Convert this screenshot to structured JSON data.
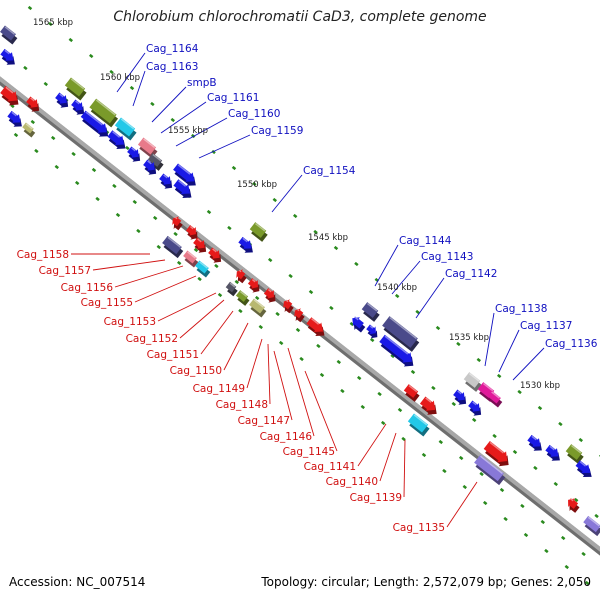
{
  "title": "Chlorobium chlorochromatii CaD3, complete genome",
  "footer": {
    "accession": "Accession: NC_007514",
    "summary": "Topology: circular; Length: 2,572,079 bp; Genes: 2,050"
  },
  "colors": {
    "backbone": "#8c8c8c",
    "tick": "#2a8a1e",
    "label_upper": "#1010c0",
    "label_lower": "#d01010",
    "gene_blue": "#1a1ae6",
    "gene_red": "#e61a1a",
    "gene_olive": "#7a9a2a",
    "gene_cyan": "#22c8e8",
    "gene_pink": "#e87a8a",
    "gene_gray": "#555566",
    "gene_navy": "#4a4a8a",
    "gene_magenta": "#e01a9a",
    "gene_lightgray": "#c8c8c8",
    "gene_khaki": "#b8b870",
    "gene_lavender": "#8878d8"
  },
  "scale_labels": [
    "1565 kbp",
    "1560 kbp",
    "1555 kbp",
    "1550 kbp",
    "1545 kbp",
    "1540 kbp",
    "1535 kbp",
    "1530 kbp"
  ],
  "upper_labels": [
    "Cag_1164",
    "Cag_1163",
    "smpB",
    "Cag_1161",
    "Cag_1160",
    "Cag_1159",
    "Cag_1154",
    "Cag_1144",
    "Cag_1143",
    "Cag_1142",
    "Cag_1138",
    "Cag_1137",
    "Cag_1136"
  ],
  "lower_labels": [
    "Cag_1158",
    "Cag_1157",
    "Cag_1156",
    "Cag_1155",
    "Cag_1153",
    "Cag_1152",
    "Cag_1151",
    "Cag_1150",
    "Cag_1149",
    "Cag_1148",
    "Cag_1147",
    "Cag_1146",
    "Cag_1145",
    "Cag_1141",
    "Cag_1140",
    "Cag_1139",
    "Cag_1135"
  ]
}
